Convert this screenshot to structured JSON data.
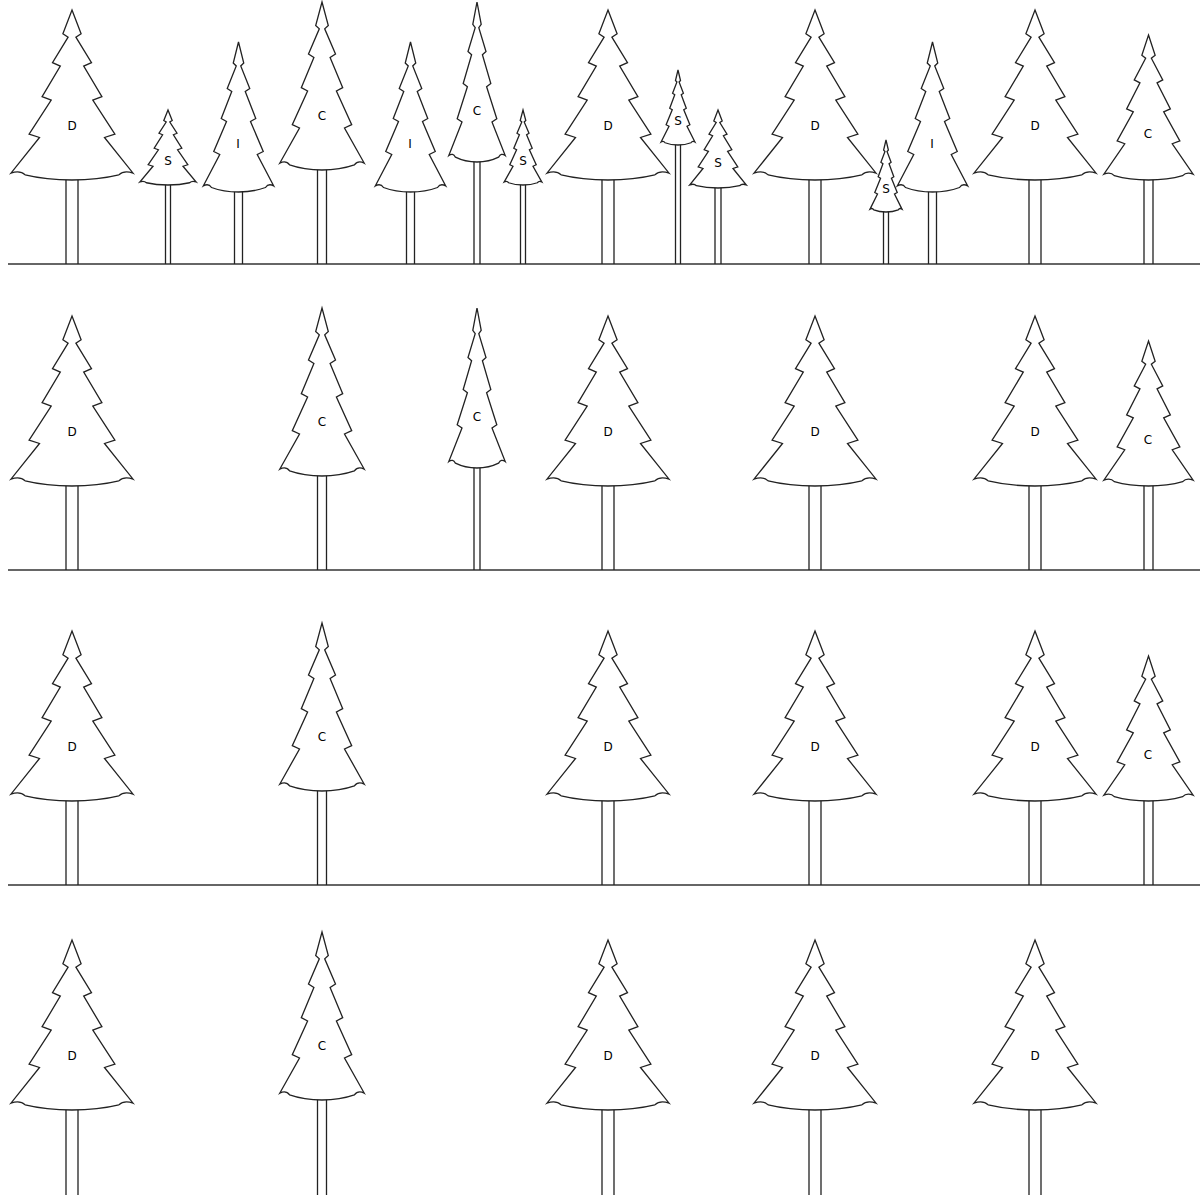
{
  "diagram": {
    "nodes": [
      {
        "text": [
          "D"
        ]
      },
      {
        "text": [
          "S"
        ]
      },
      {
        "text": [
          "I"
        ]
      },
      {
        "text": [
          "C"
        ]
      },
      {
        "text": [
          "I"
        ]
      },
      {
        "text": [
          "C"
        ]
      },
      {
        "text": [
          "S"
        ]
      },
      {
        "text": [
          "D"
        ]
      },
      {
        "text": [
          "S"
        ]
      },
      {
        "text": [
          "S"
        ]
      },
      {
        "text": [
          "D"
        ]
      },
      {
        "text": [
          "S"
        ]
      },
      {
        "text": [
          "I"
        ]
      },
      {
        "text": [
          "D"
        ]
      },
      {
        "text": [
          "C"
        ]
      },
      {
        "text": [
          "D"
        ]
      },
      {
        "text": [
          "C"
        ]
      },
      {
        "text": [
          "C"
        ]
      },
      {
        "text": [
          "D"
        ]
      },
      {
        "text": [
          "D"
        ]
      },
      {
        "text": [
          "D"
        ]
      },
      {
        "text": [
          "C"
        ]
      },
      {
        "text": [
          "D"
        ]
      },
      {
        "text": [
          "C"
        ]
      },
      {
        "text": [
          "D"
        ]
      },
      {
        "text": [
          "D"
        ]
      },
      {
        "text": [
          "D"
        ]
      },
      {
        "text": [
          "C"
        ]
      },
      {
        "text": [
          "D"
        ]
      },
      {
        "text": [
          "C"
        ]
      },
      {
        "text": [
          "D"
        ]
      },
      {
        "text": [
          "D"
        ]
      },
      {
        "text": [
          "D"
        ]
      }
    ]
  }
}
